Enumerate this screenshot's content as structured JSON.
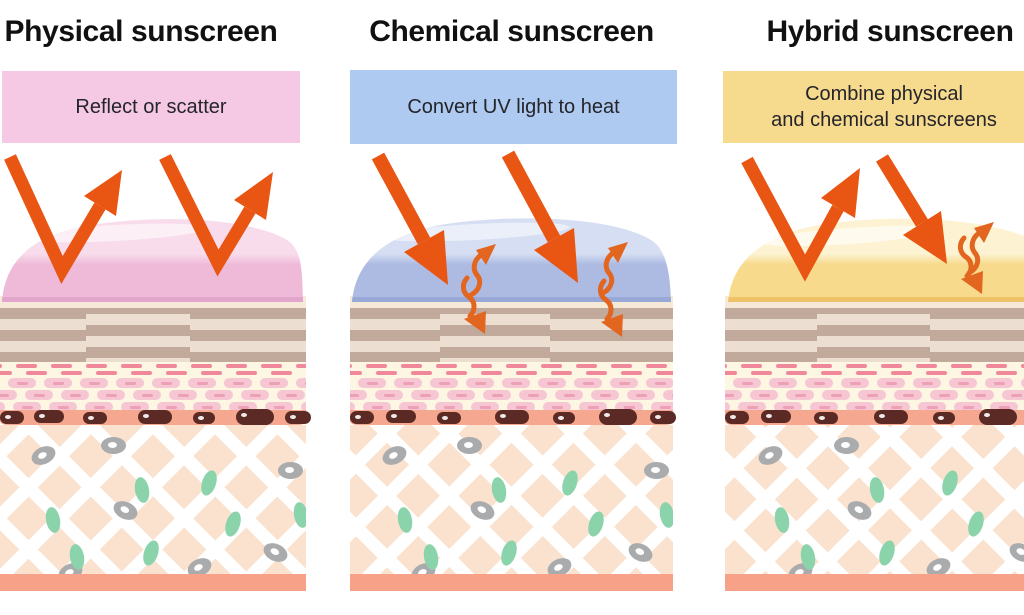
{
  "diagram": {
    "type": "sunscreen-comparison",
    "panels": [
      {
        "id": "physical",
        "title": "Physical sunscreen",
        "label_lines": [
          "Reflect or scatter"
        ],
        "box_color": "#f5c9e3",
        "dome_main": "#efb9d8",
        "dome_light": "#f8dcec",
        "dome_edge": "#e2a5cc",
        "mechanism_icons": [
          "uv-reflect-arrow",
          "uv-reflect-arrow"
        ]
      },
      {
        "id": "chemical",
        "title": "Chemical sunscreen",
        "label_lines": [
          "Convert UV light to heat"
        ],
        "box_color": "#afcaf1",
        "dome_main": "#adbbe3",
        "dome_light": "#d5def2",
        "dome_edge": "#98a9d8",
        "mechanism_icons": [
          "uv-absorb-arrow",
          "heat-wave-arrow",
          "uv-absorb-arrow",
          "heat-wave-arrow"
        ]
      },
      {
        "id": "hybrid",
        "title": "Hybrid sunscreen",
        "label_lines": [
          "Combine physical",
          "and chemical sunscreens"
        ],
        "box_color": "#f6da8e",
        "dome_main": "#f7da8c",
        "dome_light": "#fdf3d2",
        "dome_edge": "#eec267",
        "mechanism_icons": [
          "uv-reflect-arrow",
          "uv-absorb-arrow",
          "heat-wave-arrow"
        ]
      }
    ],
    "palette": {
      "background": "#ffffff",
      "title_text": "#111111",
      "label_text": "#24242b",
      "uv_arrow_orange": "#e95512",
      "heat_arrow_orange": "#e2661f",
      "skin": {
        "strip_top": "#f7e9d8",
        "brick_tan": "#c1a99b",
        "brick_cream": "#ecdfd2",
        "epidermis_bg": "#fdf6e2",
        "dash_pink": "#f0889c",
        "pill_pink": "#f7c6d3",
        "pill_dash": "#eda0b5",
        "basal_salmon": "#f5a88f",
        "melanocyte_brown": "#5c2a25",
        "dermis_bg": "#fae2cf",
        "gray_cell": "#aaabad",
        "green_cell": "#8bd3ab",
        "bottom_strip": "#f8a189"
      }
    }
  }
}
